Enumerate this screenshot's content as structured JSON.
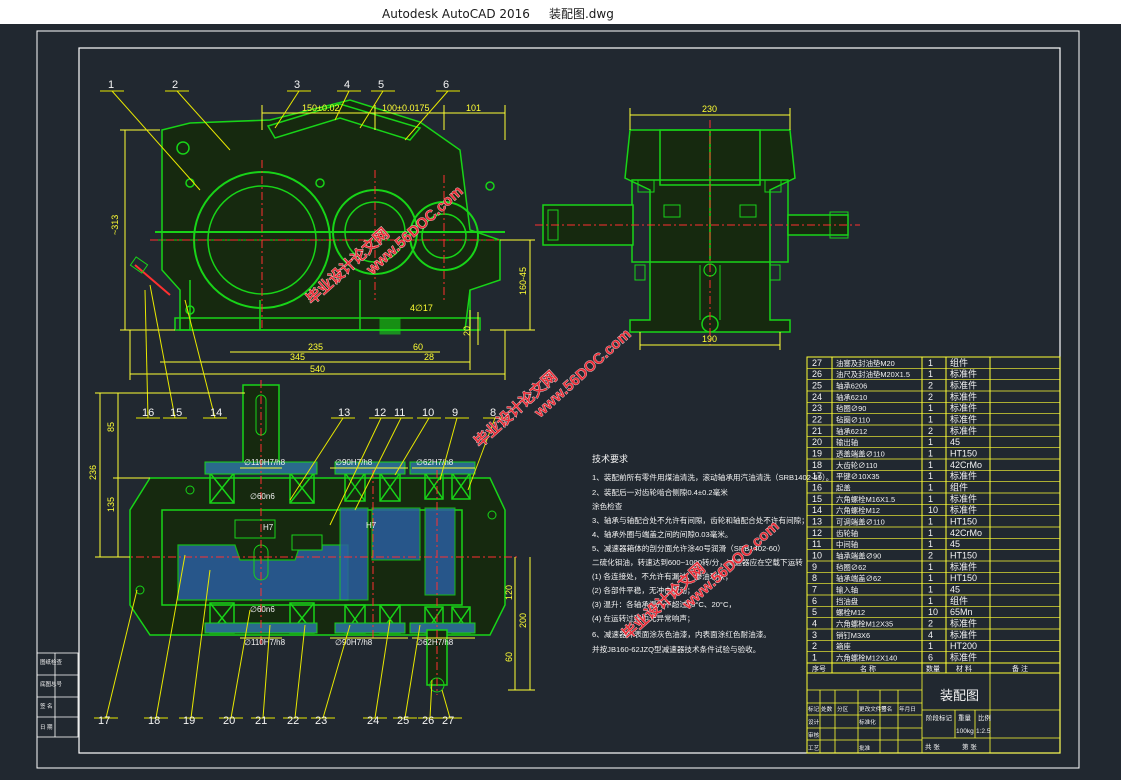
{
  "window": {
    "title": "Autodesk AutoCAD 2016     装配图.dwg"
  },
  "colors": {
    "background": "#212830",
    "frame": "#ffffff",
    "part": "#18d418",
    "dimension": "#ffff33",
    "center": "#ff3030",
    "leader": "#e8e800",
    "text": "#f4f4f4",
    "watermark": "#e8303a"
  },
  "top_view_callouts": [
    "1",
    "2",
    "3",
    "4",
    "5",
    "6"
  ],
  "bottom_view_callouts_top": [
    "8",
    "9",
    "10",
    "11",
    "12",
    "13"
  ],
  "left_callouts": [
    "16",
    "15",
    "14"
  ],
  "bottom_callouts": [
    "17",
    "18",
    "19",
    "20",
    "21",
    "22",
    "23",
    "24",
    "25",
    "26",
    "27"
  ],
  "dims": {
    "d150": "150±0.02",
    "d100": "100±0.0175",
    "d101": "101",
    "d230": "230",
    "d313": "~313",
    "d16045": "160-45",
    "d4817": "4∅17",
    "d20": "20",
    "d235": "235",
    "d60": "60",
    "d345": "345",
    "d28": "28",
    "d540": "540",
    "d190": "190",
    "d85": "85",
    "d236": "236",
    "d135": "135",
    "d120": "120",
    "d200": "200",
    "d60b": "60",
    "fit1": "∅110H7/h8",
    "fit2": "∅90H7/h8",
    "fit3": "∅62H7/h8",
    "fit4": "∅60n6",
    "fit5": "∅60n6",
    "fit6": "∅110H7/h8",
    "fit7": "∅90H7/h8",
    "fit8": "∅62H7/h8",
    "h7": "H7",
    "h7b": "H7"
  },
  "tech_req": {
    "heading": "技术要求",
    "lines": [
      "1、装配前所有零件用煤油清洗，滚动轴承用汽油清洗（SRB1402-59）。",
      "2、装配后一对齿轮啮合侧隙0.4±0.2毫米",
      "涂色检查",
      "3、轴承与轴配合处不允许有间隙，齿轮和轴配合处不许有间隙；",
      "4、轴承外圈与端盖之间的间隙0.03毫米。",
      "5、减速器箱体的剖分面允许涂40号润滑（SRB1402-60）",
      "二硫化钼油，转速达到600~1000转/分，减速器应在空载下运转",
      "(1) 各连接处，不允许有漏油、渗油现象；",
      "(2) 各部件平稳，无冲击振动；",
      "(3) 温升：各轴承温升不超过40°C、20°C，",
      "(4) 在运转过程中无异常响声；",
      "6、减速器外表面涂灰色油漆，内表面涂红色耐油漆。",
      "并按JB160-62JZQ型减速器技术条件试验与验收。"
    ]
  },
  "bom": {
    "rows": [
      {
        "no": "27",
        "name": "油塞及封油垫M20",
        "qty": "1",
        "mat": "组件"
      },
      {
        "no": "26",
        "name": "油尺及封油垫M20X1.5",
        "qty": "1",
        "mat": "标准件"
      },
      {
        "no": "25",
        "name": "轴承6206",
        "qty": "2",
        "mat": "标准件"
      },
      {
        "no": "24",
        "name": "轴承6210",
        "qty": "2",
        "mat": "标准件"
      },
      {
        "no": "23",
        "name": "毡圈∅90",
        "qty": "1",
        "mat": "标准件"
      },
      {
        "no": "22",
        "name": "毡圈∅110",
        "qty": "1",
        "mat": "标准件"
      },
      {
        "no": "21",
        "name": "轴承6212",
        "qty": "2",
        "mat": "标准件"
      },
      {
        "no": "20",
        "name": "输出轴",
        "qty": "1",
        "mat": "45"
      },
      {
        "no": "19",
        "name": "透盖端盖∅110",
        "qty": "1",
        "mat": "HT150"
      },
      {
        "no": "18",
        "name": "大齿轮∅110",
        "qty": "1",
        "mat": "42CrMo"
      },
      {
        "no": "17",
        "name": "平键∅10X35",
        "qty": "1",
        "mat": "标准件"
      },
      {
        "no": "16",
        "name": "起盖",
        "qty": "1",
        "mat": "组件"
      },
      {
        "no": "15",
        "name": "六角螺栓M16X1.5",
        "qty": "1",
        "mat": "标准件"
      },
      {
        "no": "14",
        "name": "六角螺栓M12",
        "qty": "10",
        "mat": "标准件"
      },
      {
        "no": "13",
        "name": "可调端盖∅110",
        "qty": "1",
        "mat": "HT150"
      },
      {
        "no": "12",
        "name": "齿轮轴",
        "qty": "1",
        "mat": "42CrMo"
      },
      {
        "no": "11",
        "name": "中间轴",
        "qty": "1",
        "mat": "45"
      },
      {
        "no": "10",
        "name": "轴承端盖∅90",
        "qty": "2",
        "mat": "HT150"
      },
      {
        "no": "9",
        "name": "毡圈∅62",
        "qty": "1",
        "mat": "标准件"
      },
      {
        "no": "8",
        "name": "轴承端盖∅62",
        "qty": "1",
        "mat": "HT150"
      },
      {
        "no": "7",
        "name": "输入轴",
        "qty": "1",
        "mat": "45"
      },
      {
        "no": "6",
        "name": "挡油盘",
        "qty": "1",
        "mat": "组件"
      },
      {
        "no": "5",
        "name": "螺栓M12",
        "qty": "10",
        "mat": "65Mn"
      },
      {
        "no": "4",
        "name": "六角螺栓M12X35",
        "qty": "2",
        "mat": "标准件"
      },
      {
        "no": "3",
        "name": "销钉M3X6",
        "qty": "4",
        "mat": "标准件"
      },
      {
        "no": "2",
        "name": "箱座",
        "qty": "1",
        "mat": "HT200"
      },
      {
        "no": "1",
        "name": "六角螺栓M12X140",
        "qty": "6",
        "mat": "标准件"
      }
    ],
    "header": {
      "no": "序号",
      "name": "名 称",
      "qty": "数量",
      "mat": "材 料",
      "remark": "备 注"
    }
  },
  "title_block": {
    "drawing_name": "装配图",
    "cells": [
      "标记",
      "处数",
      "分区",
      "更改文件号",
      "签名",
      "年月日",
      "设计",
      "标准化",
      "阶段标记",
      "重量",
      "比例",
      "审核",
      "工艺",
      "批准",
      "共 张",
      "第 张"
    ],
    "weight": "100kg",
    "scale": "1:2.5"
  },
  "side_stamp": [
    "图纸检查",
    "底图总号",
    "签 名",
    "日 期"
  ],
  "watermarks": [
    "毕业设计论文网",
    "www.56DOC.com"
  ]
}
